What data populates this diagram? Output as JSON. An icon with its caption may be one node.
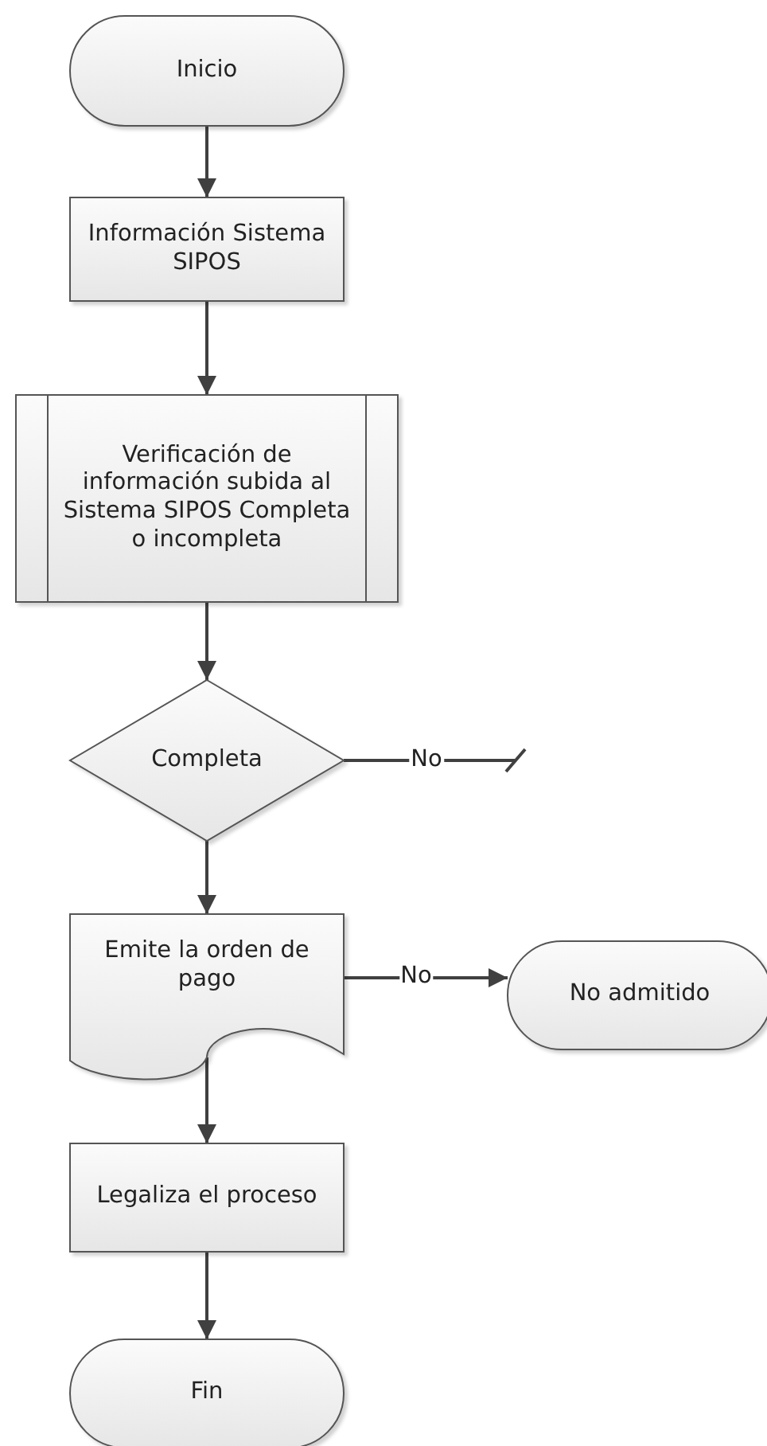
{
  "diagram": {
    "nodes": [
      {
        "text": [
          "Inicio"
        ]
      },
      {
        "text": [
          "Información Sistema SIPOS"
        ]
      },
      {
        "text": [
          "Verificación de información subida al Sistema SIPOS Completa o incompleta"
        ]
      },
      {
        "text": [
          "Completa"
        ]
      },
      {
        "text": [
          "Emite la orden de pago"
        ]
      },
      {
        "text": [
          "No admitido"
        ]
      },
      {
        "text": [
          "Legaliza el proceso"
        ]
      },
      {
        "text": [
          "Fin"
        ]
      }
    ],
    "edges": [
      {
        "from": 0,
        "to": 1,
        "arrow": "to"
      },
      {
        "from": 1,
        "to": 2,
        "arrow": "to"
      },
      {
        "from": 2,
        "to": 3,
        "arrow": "to"
      },
      {
        "from": 3,
        "to": null,
        "arrow": "other",
        "label": "No"
      },
      {
        "from": 3,
        "to": 4,
        "arrow": "to"
      },
      {
        "from": 4,
        "to": 5,
        "arrow": "to",
        "label": "No"
      },
      {
        "from": 4,
        "to": 6,
        "arrow": "to"
      },
      {
        "from": 6,
        "to": 7,
        "arrow": "to"
      }
    ]
  }
}
